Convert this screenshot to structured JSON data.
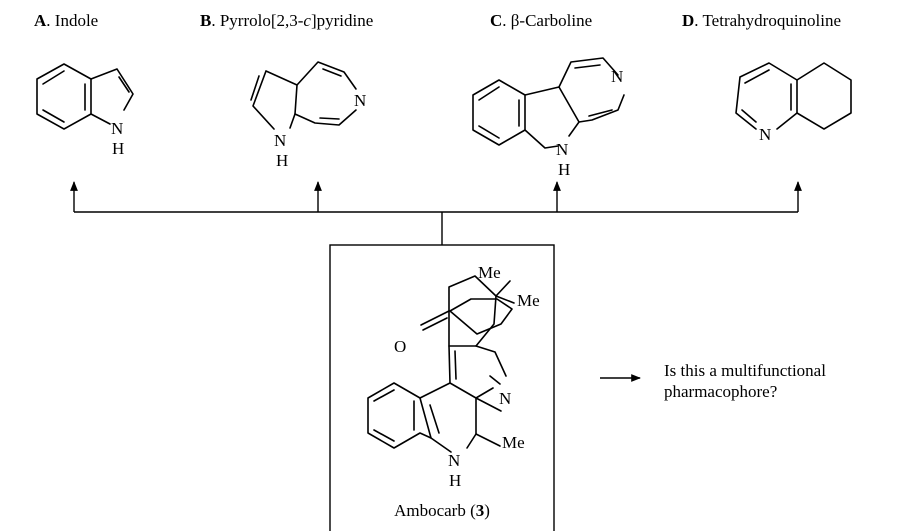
{
  "compounds": [
    {
      "letter": "A",
      "name": "Indole"
    },
    {
      "letter": "B",
      "name_pre": "Pyrrolo[2,3-",
      "name_italic": "c",
      "name_post": "]pyridine"
    },
    {
      "letter": "C",
      "name": "β-Carboline"
    },
    {
      "letter": "D",
      "name": "Tetrahydroquinoline"
    }
  ],
  "sep": ". ",
  "atoms": {
    "N": "N",
    "H": "H",
    "O": "O",
    "Me": "Me"
  },
  "center": {
    "name": "Ambocarb",
    "open": " (",
    "number": "3",
    "close": ")"
  },
  "question": {
    "line1": "Is this a multifunctional",
    "line2": "pharmacophore?"
  }
}
